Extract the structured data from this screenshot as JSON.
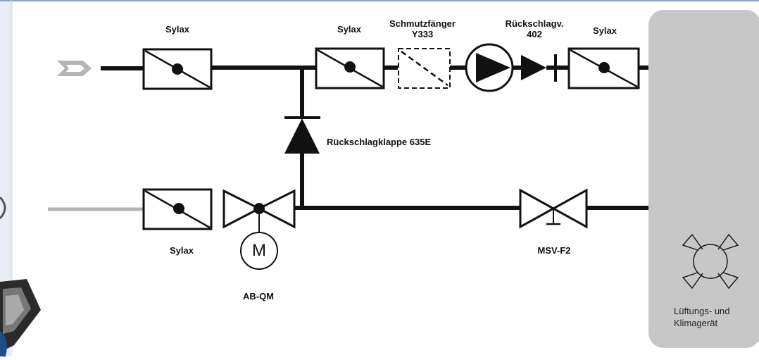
{
  "labels": {
    "sylax_1": "Sylax",
    "sylax_2": "Sylax",
    "schmutzfaenger_line1": "Schmutzfänger",
    "schmutzfaenger_line2": "Y333",
    "rueckschlagv_line1": "Rückschlagv.",
    "rueckschlagv_line2": "402",
    "sylax_3": "Sylax",
    "rueckschlagklappe": "Rückschlagklappe 635E",
    "sylax_4": "Sylax",
    "ab_qm": "AB-QM",
    "msv_f2": "MSV-F2",
    "motor_symbol": "M"
  },
  "unit": {
    "line1": "Lüftungs- und",
    "line2": "Klimagerät"
  },
  "colors": {
    "pipe": "#111111",
    "inlet_arrow": "#b4b4b4",
    "return_pipe": "#b4b4b4",
    "unit_fill": "#c7c7c7",
    "frame": "#8ea2bd"
  }
}
